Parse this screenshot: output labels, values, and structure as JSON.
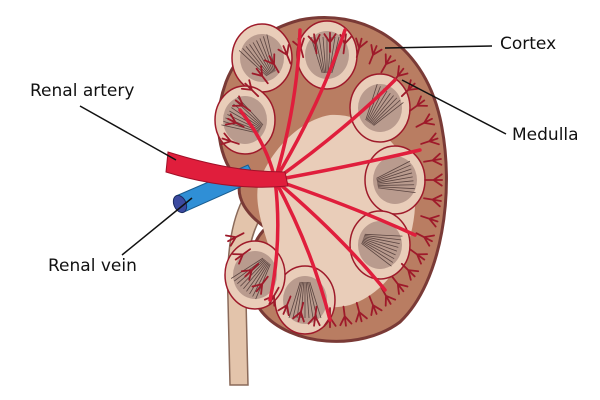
{
  "title": "Kidney anatomy",
  "labels": {
    "cortex": "Cortex",
    "medulla": "Medulla",
    "renal_artery": "Renal artery",
    "renal_vein": "Renal vein"
  },
  "colors": {
    "cortex": "#b97d62",
    "capsule": "#7a3a36",
    "medulla": "#e9cdb9",
    "pyramid": "#9a7b70",
    "artery": "#e01e3c",
    "vessel_branch": "#9e1a2a",
    "vein": "#2f8fd6",
    "ureter": "#e3c4ab"
  }
}
